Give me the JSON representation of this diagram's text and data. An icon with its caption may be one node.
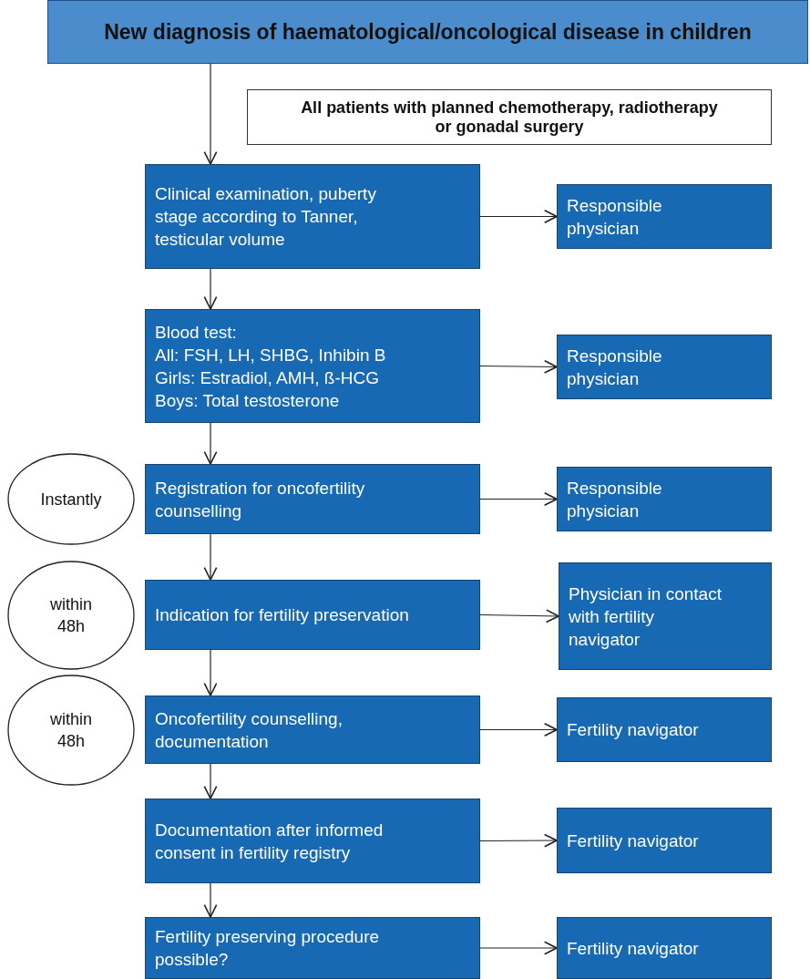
{
  "diagram": {
    "nodes": [
      {
        "text": [
          "New diagnosis of haematological/oncological disease in children"
        ]
      },
      {
        "text": [
          "All patients with planned chemotherapy, radiotherapy or gonadal surgery"
        ]
      },
      {
        "text": [
          "Clinical examination, puberty stage according to Tanner, testicular volume"
        ]
      },
      {
        "text": [
          "Responsible physician"
        ]
      },
      {
        "text": [
          "Blood test:",
          "All: FSH, LH, SHBG, Inhibin B",
          "Girls: Estradiol, AMH, ß-HCG",
          "Boys: Total testosterone"
        ]
      },
      {
        "text": [
          "Responsible physician"
        ]
      },
      {
        "text": [
          "Instantly"
        ]
      },
      {
        "text": [
          "Registration for oncofertility counselling"
        ]
      },
      {
        "text": [
          "Responsible physician"
        ]
      },
      {
        "text": [
          "within 48h"
        ]
      },
      {
        "text": [
          "Indication for fertility preservation"
        ]
      },
      {
        "text": [
          "Physician in contact with fertility navigator"
        ]
      },
      {
        "text": [
          "within 48h"
        ]
      },
      {
        "text": [
          "Oncofertility counselling, documentation"
        ]
      },
      {
        "text": [
          "Fertility navigator"
        ]
      },
      {
        "text": [
          "Documentation after informed consent in fertility registry"
        ]
      },
      {
        "text": [
          "Fertility navigator"
        ]
      },
      {
        "text": [
          "Fertility preserving procedure possible?"
        ]
      },
      {
        "text": [
          "Fertility navigator"
        ]
      }
    ],
    "edges": [
      {
        "from": 0,
        "to": 2,
        "arrow": "to"
      },
      {
        "from": 2,
        "to": 3,
        "arrow": "to"
      },
      {
        "from": 2,
        "to": 4,
        "arrow": "to"
      },
      {
        "from": 4,
        "to": 5,
        "arrow": "to"
      },
      {
        "from": 4,
        "to": 7,
        "arrow": "to"
      },
      {
        "from": 7,
        "to": 8,
        "arrow": "to"
      },
      {
        "from": 7,
        "to": 10,
        "arrow": "to"
      },
      {
        "from": 10,
        "to": 11,
        "arrow": "to"
      },
      {
        "from": 10,
        "to": 13,
        "arrow": "to"
      },
      {
        "from": 13,
        "to": 14,
        "arrow": "to"
      },
      {
        "from": 13,
        "to": 15,
        "arrow": "to"
      },
      {
        "from": 15,
        "to": 16,
        "arrow": "to"
      },
      {
        "from": 15,
        "to": 17,
        "arrow": "to"
      },
      {
        "from": 17,
        "to": 18,
        "arrow": "to"
      }
    ]
  }
}
